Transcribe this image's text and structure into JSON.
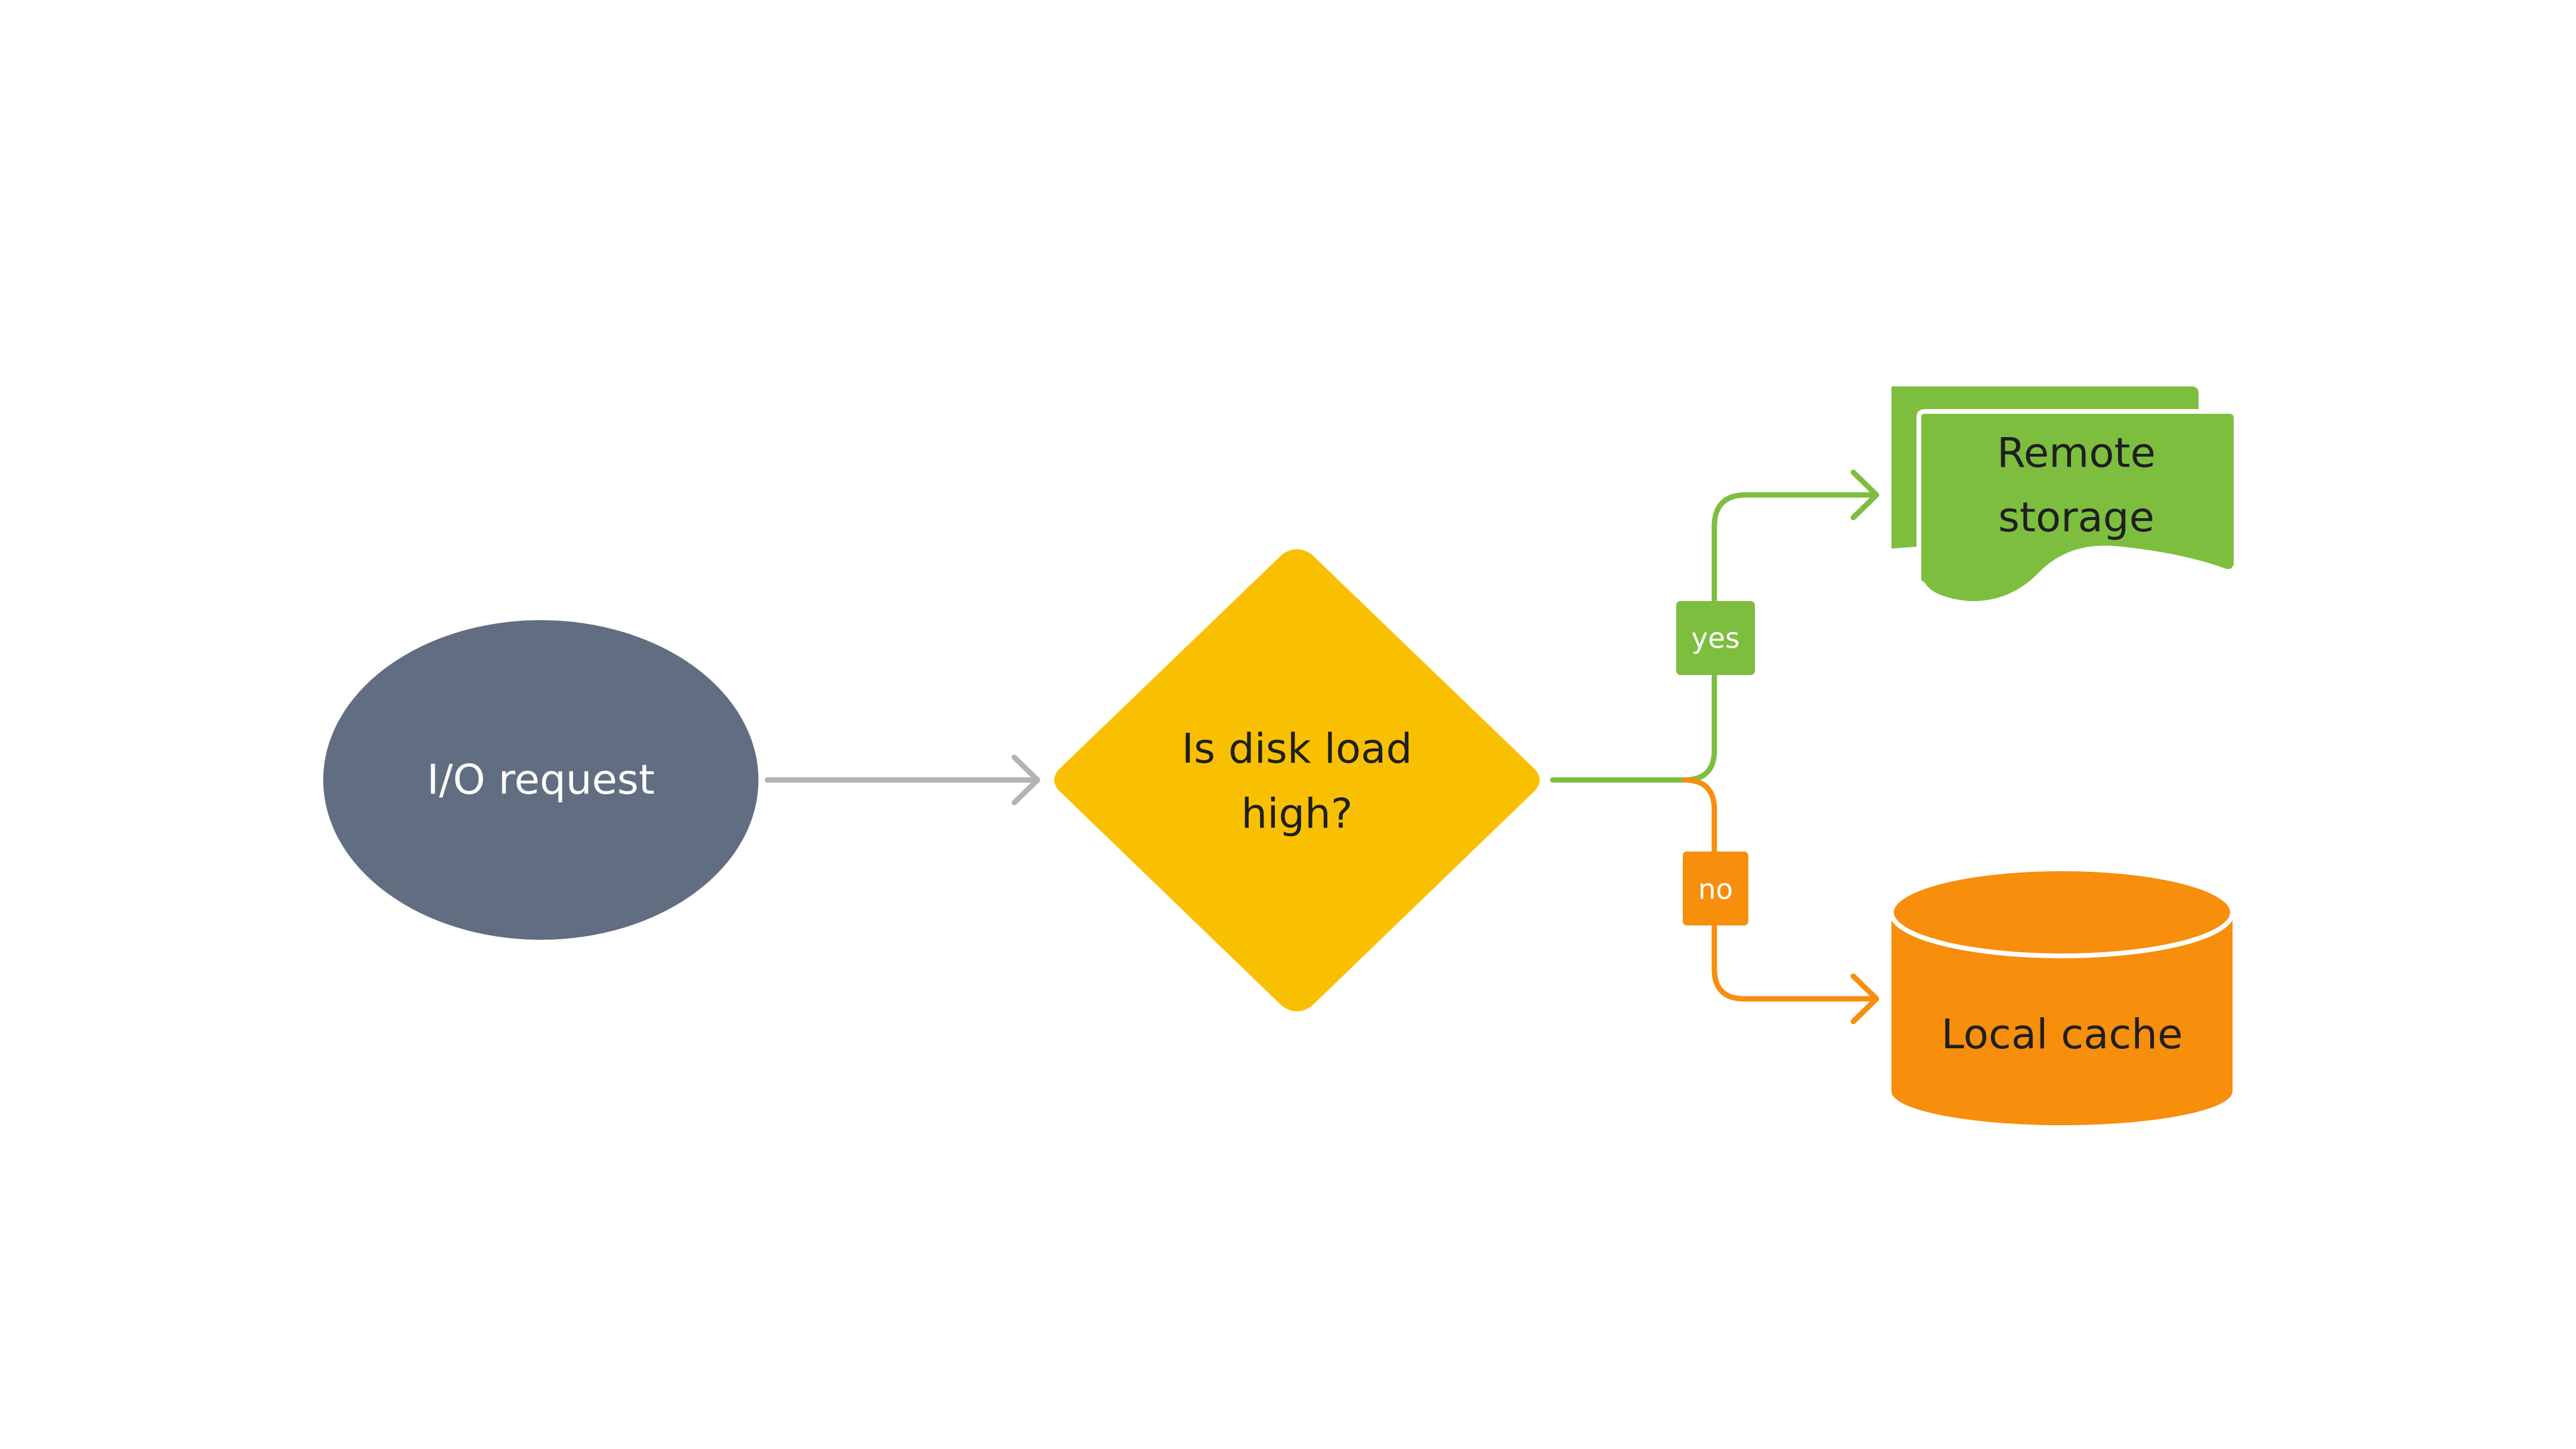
{
  "nodes": {
    "start": {
      "label": "I/O request",
      "shape": "ellipse",
      "color": "#616e82"
    },
    "decision": {
      "line1": "Is disk load",
      "line2": "high?",
      "shape": "diamond",
      "color": "#f8c000"
    },
    "remote": {
      "line1": "Remote",
      "line2": "storage",
      "shape": "multi-document",
      "color": "#7dbe3f"
    },
    "local": {
      "label": "Local cache",
      "shape": "cylinder",
      "color": "#f78e0c"
    }
  },
  "edges": {
    "start_to_decision": {
      "color": "#b3b3b3"
    },
    "yes_branch": {
      "label": "yes",
      "color": "#7dbe3f"
    },
    "no_branch": {
      "label": "no",
      "color": "#f78e0c"
    }
  },
  "colors": {
    "background": "#ffffff",
    "dark_text": "#1f1f1f",
    "light_text": "#ffffff"
  }
}
